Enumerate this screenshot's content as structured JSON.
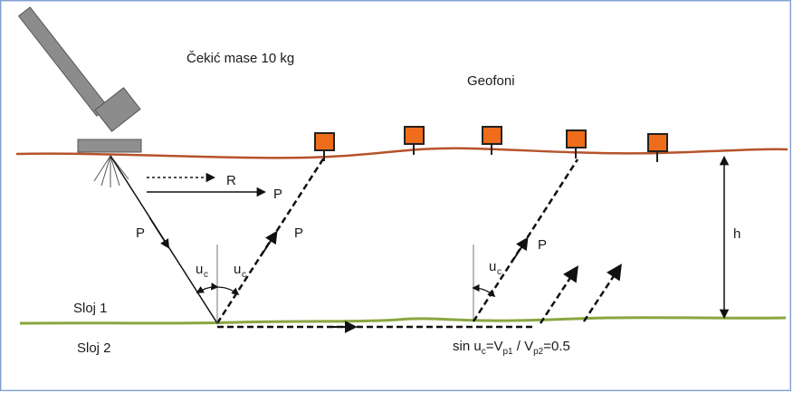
{
  "labels": {
    "hammer": "Čekić mase 10 kg",
    "geophones": "Geofoni",
    "ray_r": "R",
    "ray_p_direct": "P",
    "ray_p_down": "P",
    "ray_p_up_left": "P",
    "ray_p_up_right": "P",
    "height": "h",
    "layer1": "Sloj 1",
    "layer2": "Sloj 2",
    "angle_u": "u",
    "angle_sub": "c",
    "formula_prefix": "sin u",
    "formula_sub_c": "c",
    "formula_mid": "=V",
    "formula_sub_p1": "p1",
    "formula_slash": " / V",
    "formula_sub_p2": "p2",
    "formula_end": "=0.5"
  },
  "icons": {
    "hammer": "hammer-icon",
    "geophone": "geophone-icon"
  },
  "colors": {
    "surface": "#b5532b",
    "interface": "#8aa640",
    "geophone_fill": "#ef6c1a",
    "geophone_stroke": "#222222",
    "hammer": "#8c8c8c",
    "plate": "#8f8f8f",
    "rays": "#111111",
    "frame": "#7f9fd0"
  }
}
